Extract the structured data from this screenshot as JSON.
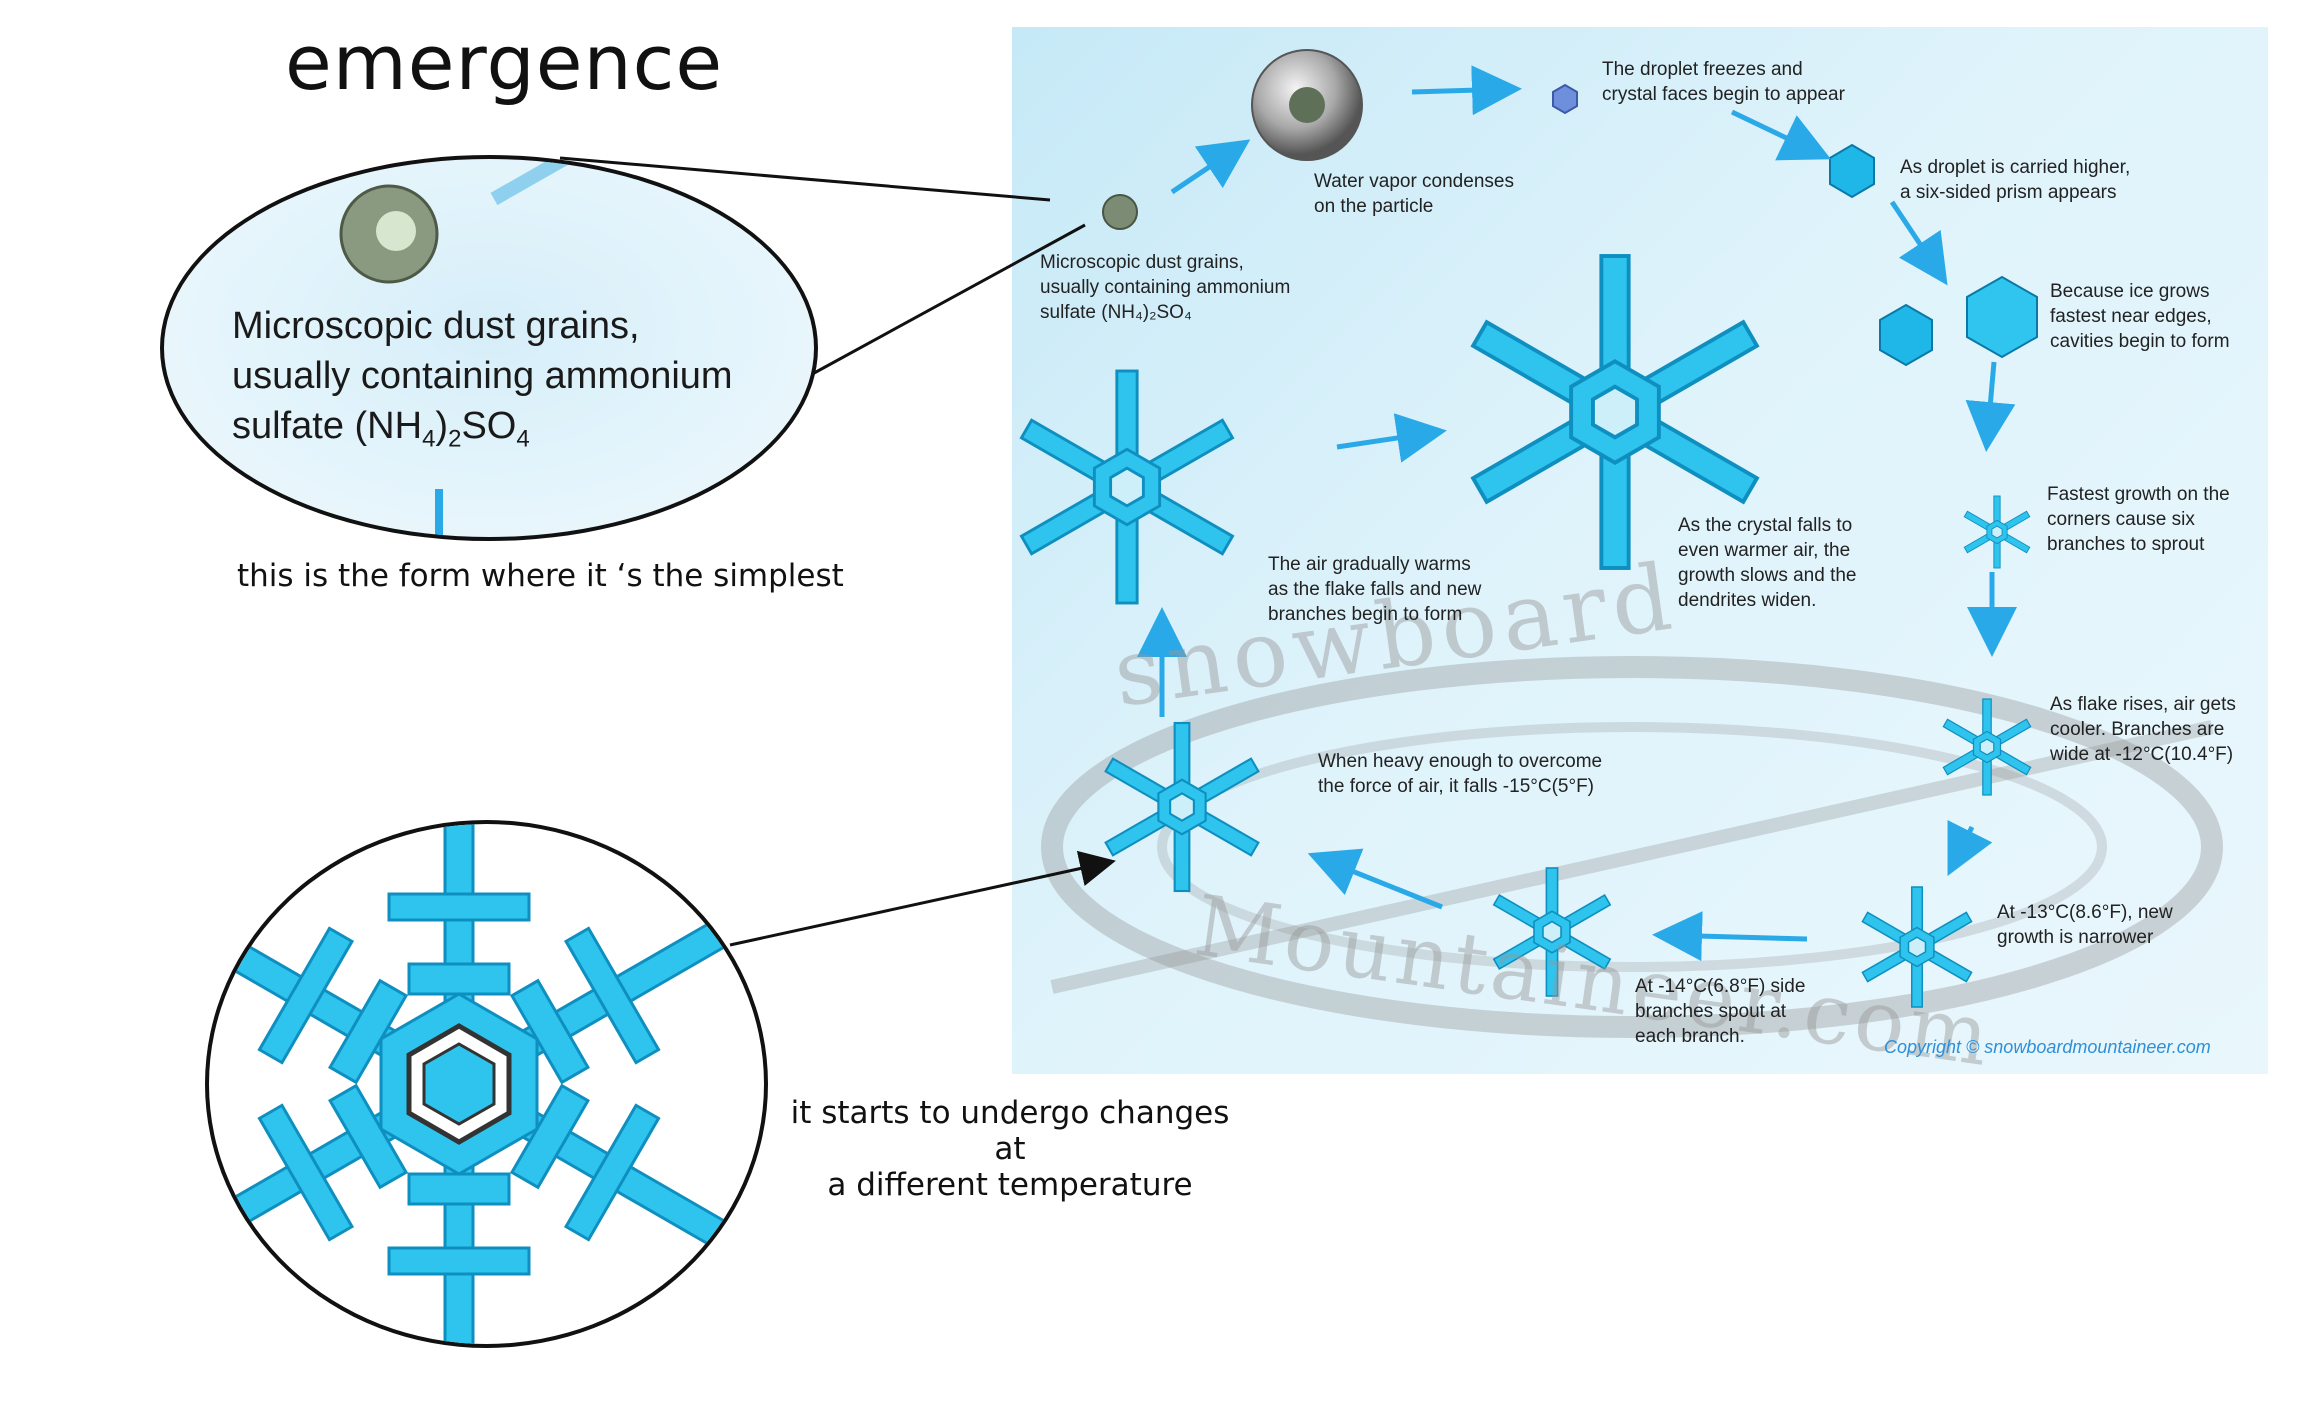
{
  "title": "emergence",
  "captions": {
    "simplest": "this is the form where it ‘s the simplest",
    "changes_line1": "it starts to undergo changes at",
    "changes_line2": "a different temperature"
  },
  "zoom_callout": {
    "line1": "Microscopic dust grains,",
    "line2": "usually containing ammonium",
    "line3_prefix": "sulfate (NH",
    "line3_sub1": "4",
    "line3_mid": ")",
    "line3_sub2": "2",
    "line3_so": "SO",
    "line3_sub3": "4"
  },
  "diagram": {
    "dust": "Microscopic dust grains,\nusually containing ammonium\nsulfate (NH₄)₂SO₄",
    "condense": "Water vapor condenses\non the particle",
    "freeze": "The droplet freezes and\ncrystal faces begin to appear",
    "prism": "As droplet is carried higher,\na six-sided prism appears",
    "cavities": "Because ice grows\nfastest near edges,\ncavities begin to form",
    "corners": "Fastest growth on the\ncorners cause six\nbranches to sprout",
    "rises": "As flake rises, air gets\ncooler. Branches are\nwide at -12°C(10.4°F)",
    "narrower": "At -13°C(8.6°F), new\ngrowth is narrower",
    "side_branches": "At -14°C(6.8°F) side\nbranches spout at\neach branch.",
    "falls": "When heavy enough to overcome\nthe force of air, it falls -15°C(5°F)",
    "warms": "The air gradually warms\nas the flake falls and new\nbranches begin to form",
    "widen": "As the crystal falls to\neven warmer air, the\ngrowth slows and the\ndendrites widen.",
    "watermark_top": "snowboard",
    "watermark_bottom": "Mountaineer.com",
    "copyright": "Copyright © snowboardmountaineer.com"
  },
  "colors": {
    "ice": "#2ec4ee",
    "ice_dark": "#0e8fbf",
    "arrow": "#2aa9e8",
    "panel": "#d8f0fa"
  }
}
